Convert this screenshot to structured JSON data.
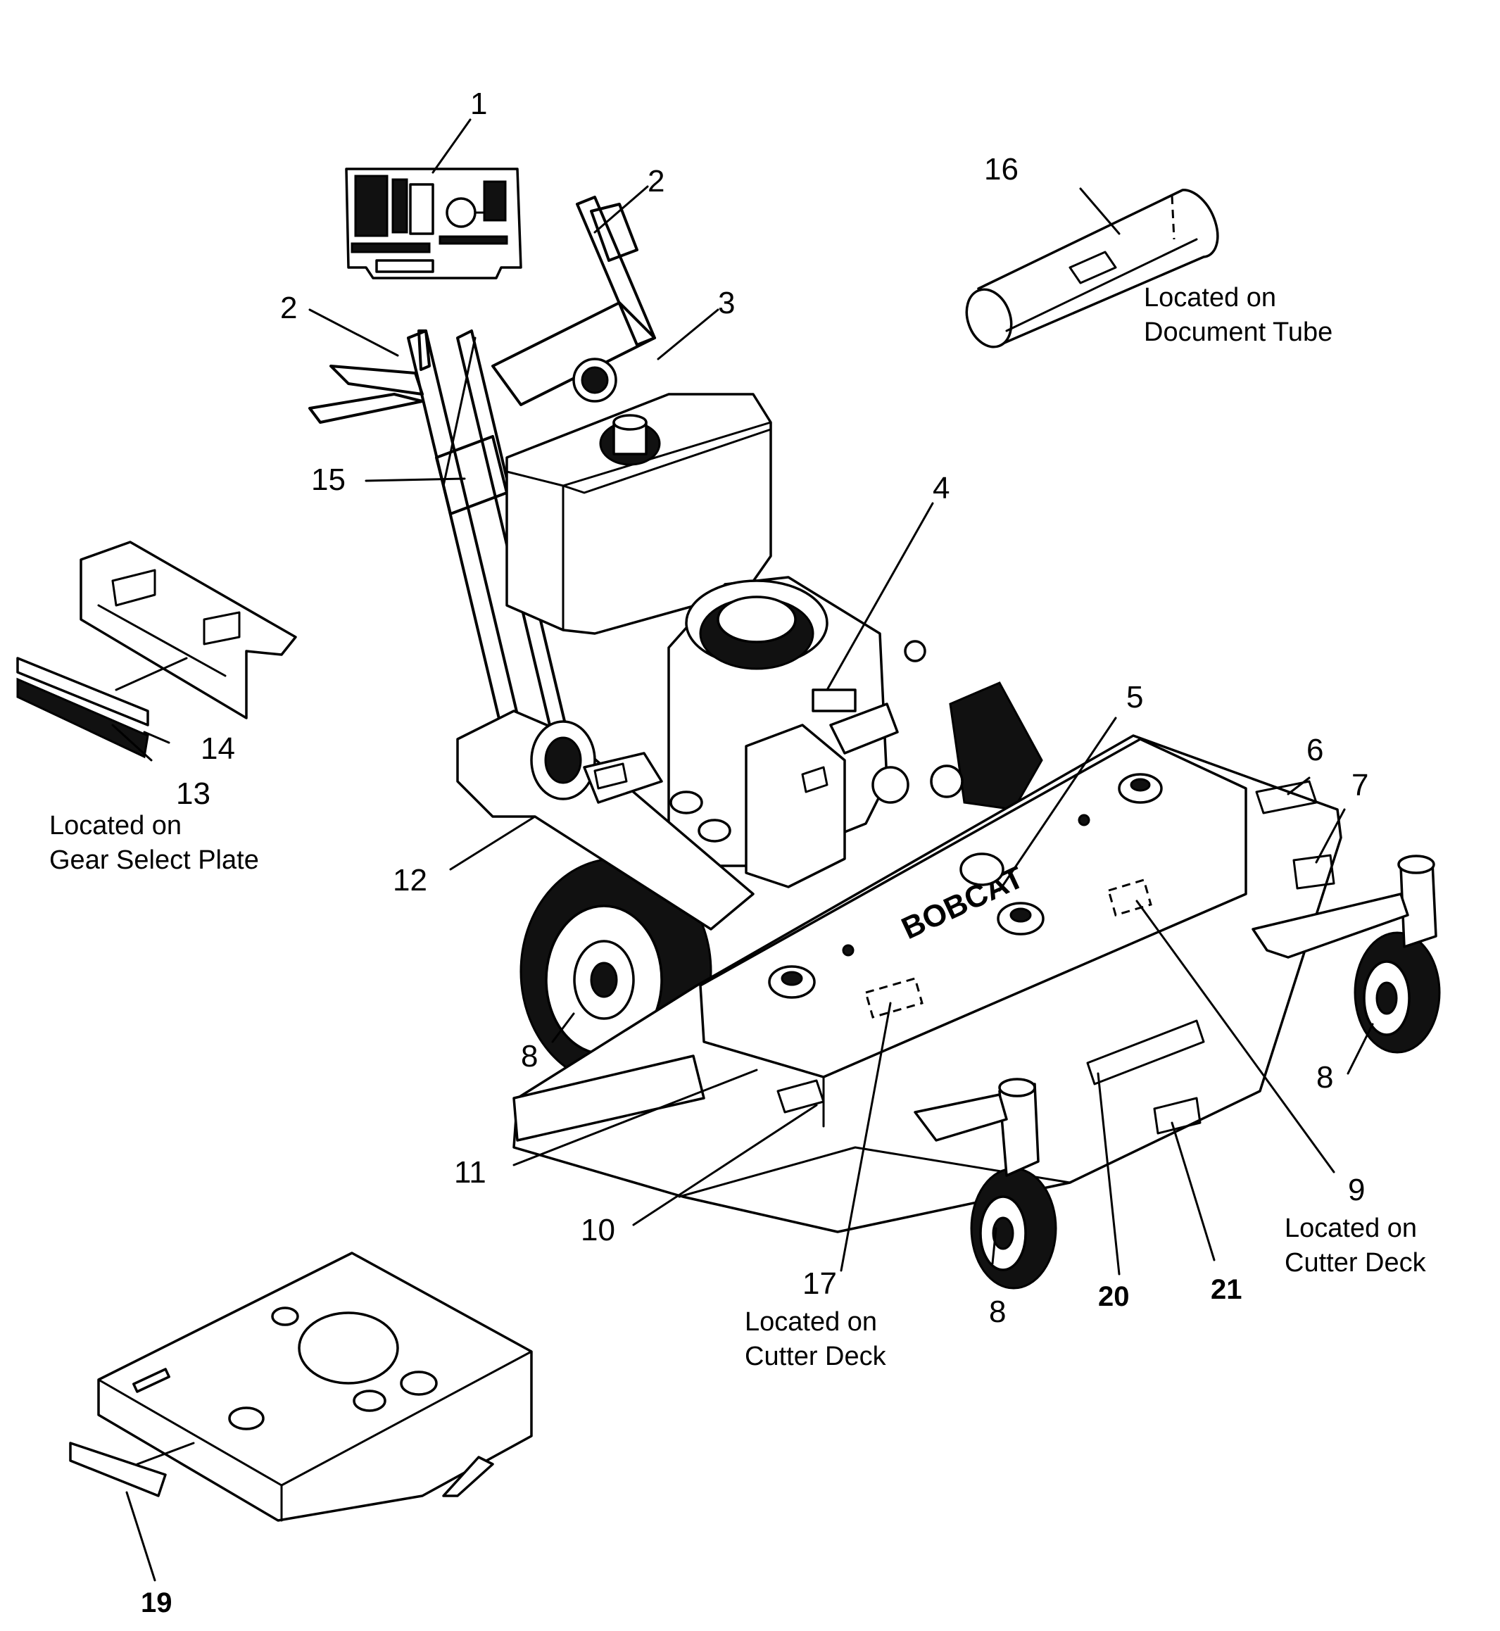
{
  "callouts": {
    "c1": "1",
    "c2a": "2",
    "c2b": "2",
    "c3": "3",
    "c4": "4",
    "c5": "5",
    "c6": "6",
    "c7": "7",
    "c8a": "8",
    "c8b": "8",
    "c8c": "8",
    "c9": "9",
    "c10": "10",
    "c11": "11",
    "c12": "12",
    "c13": "13",
    "c14": "14",
    "c15": "15",
    "c16": "16",
    "c17": "17",
    "c19": "19",
    "c20": "20",
    "c21": "21"
  },
  "notes": {
    "document_tube": [
      "Located on",
      "Document Tube"
    ],
    "gear_select_plate": [
      "Located on",
      "Gear Select Plate"
    ],
    "cutter_deck_9": [
      "Located on",
      "Cutter Deck"
    ],
    "cutter_deck_17": [
      "Located on",
      "Cutter Deck"
    ]
  },
  "deck_logo": "BOBCAT"
}
